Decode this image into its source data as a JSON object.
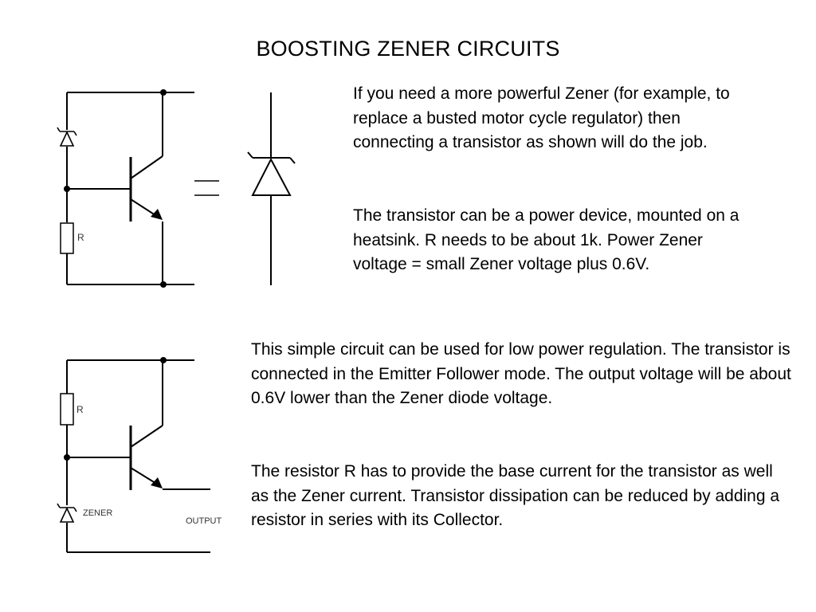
{
  "title": "BOOSTING ZENER CIRCUITS",
  "paragraphs": {
    "top_1": "If you need a more powerful Zener (for example, to replace a busted motor cycle regulator) then connecting a transistor as shown will do the job.",
    "top_2": "The transistor can be a power device, mounted on a heatsink. R needs to be about 1k. Power Zener voltage = small Zener voltage plus 0.6V.",
    "bottom_1": "This simple circuit can be used for low power regulation. The transistor is connected in the Emitter Follower mode. The output voltage will be about 0.6V lower than the Zener diode voltage.",
    "bottom_2": "The resistor R has to provide the base current for the transistor as well as the Zener current. Transistor dissipation can be reduced by adding a resistor in series with its Collector."
  },
  "circuit_top": {
    "resistor_label": "R"
  },
  "circuit_bottom": {
    "resistor_label": "R",
    "zener_label": "ZENER",
    "output_label": "OUTPUT"
  }
}
